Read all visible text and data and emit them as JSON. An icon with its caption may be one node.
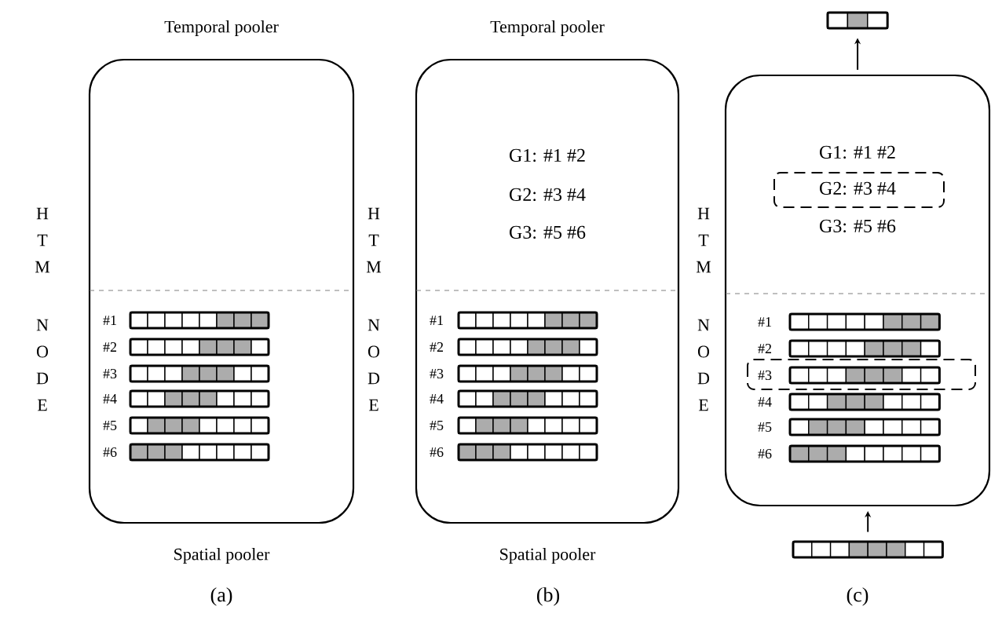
{
  "diagram": {
    "nodes": [
      {
        "text": [
          "Temporal pooler",
          "#1",
          "#2",
          "#3",
          "#4",
          "#5",
          "#6",
          "Spatial pooler"
        ]
      },
      {
        "text": [
          "Temporal pooler",
          "G1: #1 #2",
          "G2: #3 #4",
          "G3: #5 #6",
          "#1",
          "#2",
          "#3",
          "#4",
          "#5",
          "#6",
          "Spatial pooler"
        ]
      },
      {
        "text": [
          "G1: #1 #2",
          "G2: #3 #4",
          "G3: #5 #6",
          "#1",
          "#2",
          "#3",
          "#4",
          "#5",
          "#6"
        ]
      },
      {
        "text": [],
        "shape": "bar"
      },
      {
        "text": [],
        "shape": "bar"
      }
    ],
    "edges": [
      {
        "from": 4,
        "to": 2,
        "arrow": "to"
      },
      {
        "from": 2,
        "to": 3,
        "arrow": "to"
      }
    ],
    "labels": [
      "H",
      "T",
      "M",
      "N",
      "O",
      "D",
      "E",
      "H",
      "T",
      "M",
      "N",
      "O",
      "D",
      "E",
      "H",
      "T",
      "M",
      "N",
      "O",
      "D",
      "E",
      "(a)",
      "(b)",
      "(c)"
    ]
  }
}
